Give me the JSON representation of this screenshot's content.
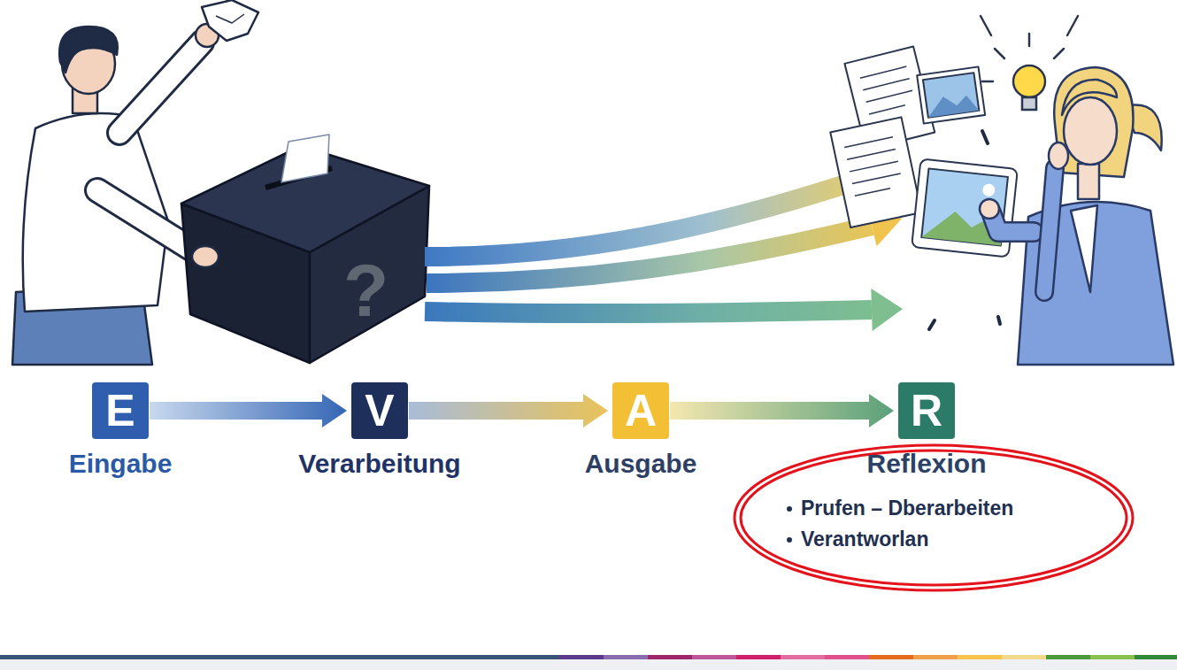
{
  "diagram": {
    "nodes": [
      {
        "text": [
          "E",
          "Eingabe"
        ]
      },
      {
        "text": [
          "V",
          "Verarbeitung"
        ]
      },
      {
        "text": [
          "A",
          "Ausgabe"
        ]
      },
      {
        "text": [
          "R",
          "Reflexion"
        ]
      }
    ],
    "edges": [
      {
        "from": 0,
        "to": 1,
        "arrow": "to"
      },
      {
        "from": 1,
        "to": 2,
        "arrow": "to"
      },
      {
        "from": 2,
        "to": 3,
        "arrow": "to"
      }
    ],
    "labels": [
      "?",
      "Prufen – Dberarbeiten",
      "Verantworlan"
    ]
  }
}
